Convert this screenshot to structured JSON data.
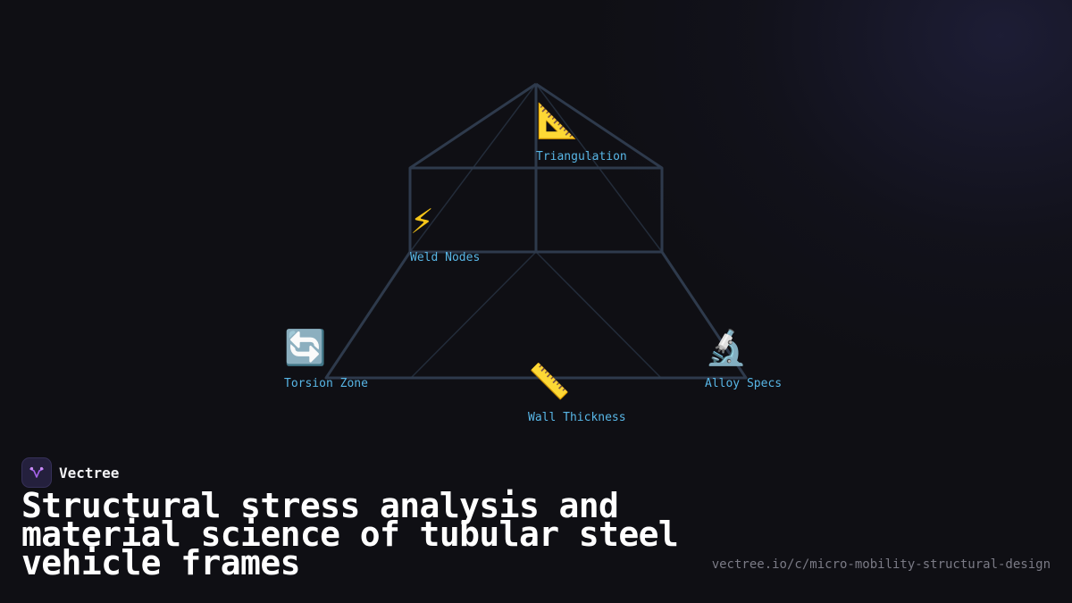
{
  "diagram": {
    "nodes": [
      {
        "id": "triangulation",
        "icon": "triangular-ruler-icon",
        "glyph": "📐",
        "label": "Triangulation"
      },
      {
        "id": "weld-nodes",
        "icon": "lightning-bolt-icon",
        "glyph": "⚡",
        "label": "Weld Nodes"
      },
      {
        "id": "torsion-zone",
        "icon": "rotate-arrows-icon",
        "glyph": "🔄",
        "label": "Torsion Zone"
      },
      {
        "id": "wall-thickness",
        "icon": "straight-ruler-icon",
        "glyph": "📏",
        "label": "Wall Thickness"
      },
      {
        "id": "alloy-specs",
        "icon": "microscope-icon",
        "glyph": "🔬",
        "label": "Alloy Specs"
      }
    ],
    "colors": {
      "frame_stroke": "#2e3a4c",
      "frame_thin_stroke": "#232c3a",
      "label": "#58b6e6"
    }
  },
  "brand": {
    "name": "Vectree",
    "logo_icon": "vectree-logo-icon",
    "accent": "#a463e8"
  },
  "headline": "Structural stress analysis and material science of tubular steel vehicle frames",
  "url": "vectree.io/c/micro-mobility-structural-design"
}
